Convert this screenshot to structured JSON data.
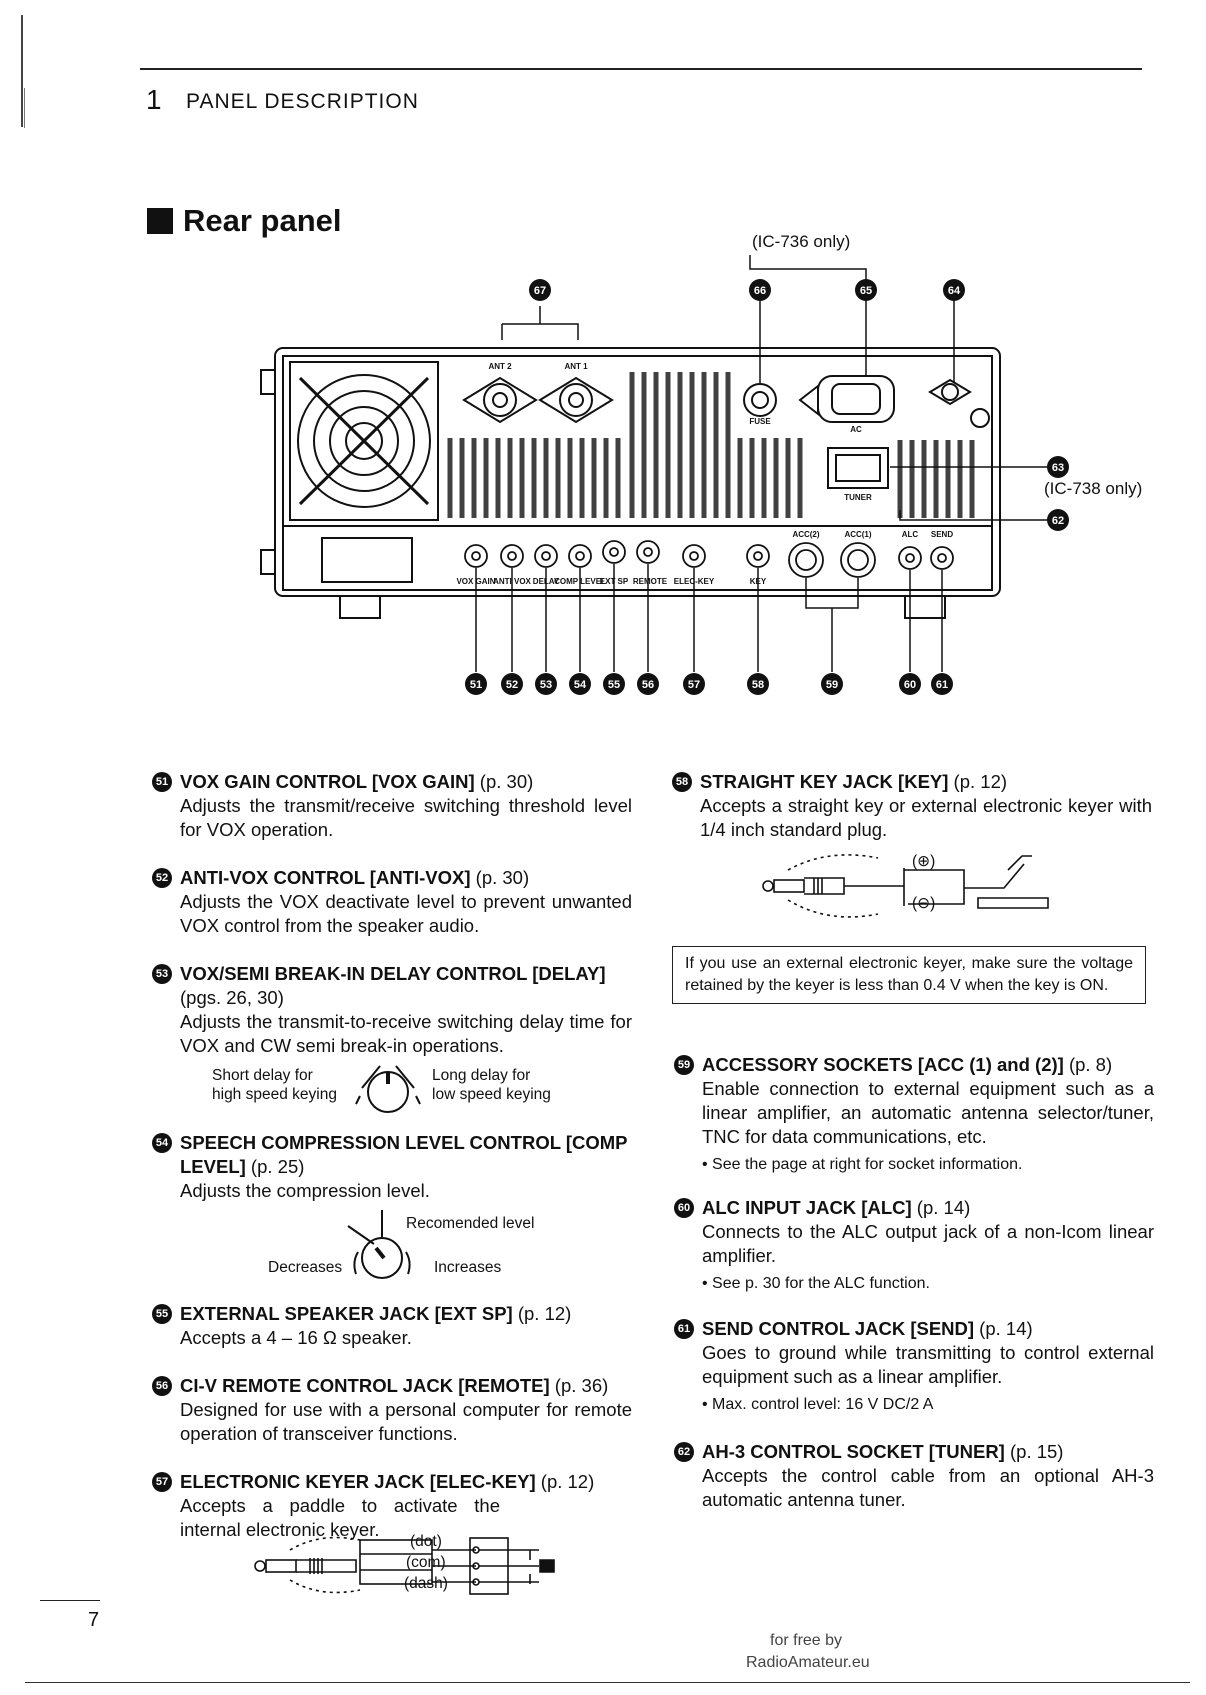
{
  "header": {
    "chapter_number": "1",
    "chapter_title": "PANEL DESCRIPTION"
  },
  "section_title": "Rear panel",
  "diagram": {
    "ic736_label": "(IC-736 only)",
    "ic738_label": "(IC-738 only)",
    "panel_labels": {
      "ant2": "ANT 2",
      "ant1": "ANT 1",
      "fuse": "FUSE",
      "ac": "AC",
      "tuner": "TUNER",
      "acc2": "ACC(2)",
      "acc1": "ACC(1)",
      "alc": "ALC",
      "send": "SEND",
      "vox_gain": "VOX GAIN",
      "anti_vox": "ANTI VOX",
      "delay": "DELAY",
      "comp_level": "COMP LEVEL",
      "ext_sp": "EXT SP",
      "remote": "REMOTE",
      "elec_key": "ELEC-KEY",
      "key": "KEY"
    },
    "callouts_top": [
      "67",
      "66",
      "65",
      "64"
    ],
    "callouts_right": [
      "63",
      "62"
    ],
    "callouts_bottom": [
      "51",
      "52",
      "53",
      "54",
      "55",
      "56",
      "57",
      "58",
      "59",
      "60",
      "61"
    ]
  },
  "items": [
    {
      "num": "51",
      "title": "VOX GAIN CONTROL [VOX GAIN]",
      "ref": " (p. 30)",
      "body": "Adjusts the transmit/receive switching threshold level for VOX operation."
    },
    {
      "num": "52",
      "title": "ANTI-VOX CONTROL [ANTI-VOX]",
      "ref": " (p. 30)",
      "body": "Adjusts the VOX deactivate level to prevent unwanted VOX control from the speaker audio."
    },
    {
      "num": "53",
      "title": "VOX/SEMI BREAK-IN DELAY CONTROL [DELAY]",
      "ref": " (pgs. 26, 30)",
      "body": "Adjusts the transmit-to-receive switching delay time for VOX and CW semi break-in operations."
    },
    {
      "num": "54",
      "title": "SPEECH COMPRESSION LEVEL CONTROL [COMP LEVEL]",
      "ref": " (p. 25)",
      "body": "Adjusts the compression level."
    },
    {
      "num": "55",
      "title": "EXTERNAL SPEAKER JACK [EXT SP]",
      "ref": " (p. 12)",
      "body": "Accepts a 4 – 16 Ω speaker."
    },
    {
      "num": "56",
      "title": "CI-V REMOTE CONTROL JACK [REMOTE]",
      "ref": " (p. 36)",
      "body": "Designed for use with a personal computer for remote operation of transceiver functions."
    },
    {
      "num": "57",
      "title": "ELECTRONIC KEYER JACK [ELEC-KEY]",
      "ref": " (p. 12)",
      "body": "Accepts a paddle to activate the internal electronic keyer."
    },
    {
      "num": "58",
      "title": "STRAIGHT KEY JACK [KEY]",
      "ref": " (p. 12)",
      "body": "Accepts a straight key or external electronic keyer with 1/4 inch standard plug."
    },
    {
      "num": "59",
      "title": "ACCESSORY SOCKETS [ACC (1) and (2)]",
      "ref": " (p. 8)",
      "body": "Enable connection to external equipment such as a linear amplifier, an automatic antenna selector/tuner, TNC for data communications, etc.",
      "note": "• See the page at right for socket information."
    },
    {
      "num": "60",
      "title": "ALC INPUT JACK [ALC]",
      "ref": " (p. 14)",
      "body": "Connects to the ALC output jack of a non-Icom linear amplifier.",
      "note": "• See p. 30 for the ALC function."
    },
    {
      "num": "61",
      "title": "SEND CONTROL JACK [SEND]",
      "ref": " (p. 14)",
      "body": "Goes to ground while transmitting to control external equipment such as a linear amplifier.",
      "note": "• Max. control level: 16 V DC/2 A"
    },
    {
      "num": "62",
      "title": "AH-3 CONTROL SOCKET [TUNER]",
      "ref": " (p. 15)",
      "body": "Accepts the control cable from an optional AH-3 automatic antenna tuner."
    }
  ],
  "delay_figure": {
    "left": "Short delay for\nhigh speed keying",
    "right": "Long delay for\nlow speed keying"
  },
  "comp_figure": {
    "recommended": "Recomended level",
    "decreases": "Decreases",
    "increases": "Increases"
  },
  "keyer_figure": {
    "dot": "(dot)",
    "com": "(com)",
    "dash": "(dash)"
  },
  "key_figure": {
    "plus": "(⊕)",
    "minus": "(⊖)"
  },
  "notebox": "If you use an external electronic keyer, make sure the voltage retained by the keyer is less than 0.4 V when the key is ON.",
  "page_number": "7",
  "footer": {
    "line1": "for free by",
    "line2": "RadioAmateur.eu"
  }
}
